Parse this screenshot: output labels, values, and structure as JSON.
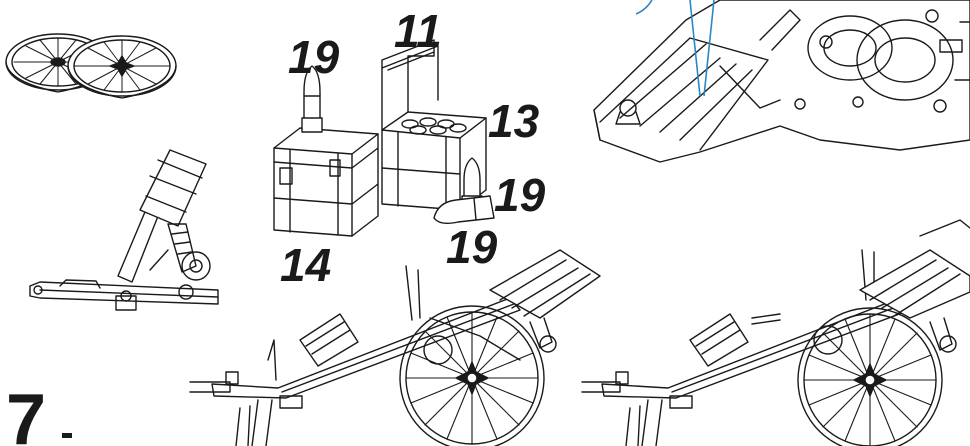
{
  "step": {
    "number": "7"
  },
  "callouts": {
    "c11": "11",
    "c13": "13",
    "c14": "14",
    "c19_top": "19",
    "c19_mid": "19",
    "c19_low": "19"
  },
  "colors": {
    "ink": "#1a1a1a",
    "guide_line": "#2a88c8",
    "background": "#ffffff"
  }
}
